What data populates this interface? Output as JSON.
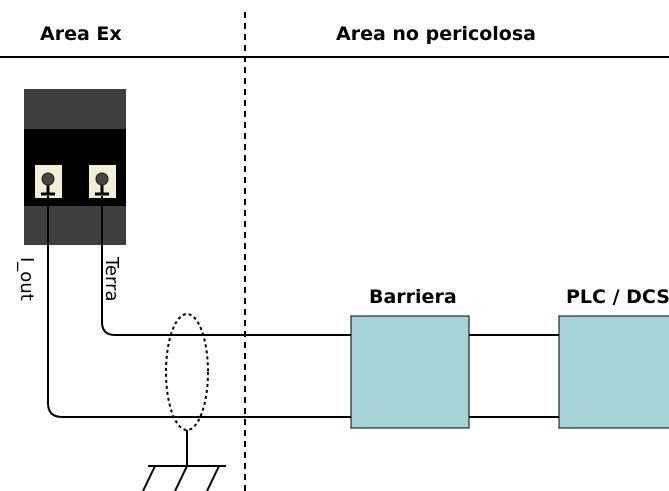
{
  "header": {
    "left_title": "Area Ex",
    "right_title": "Area no pericolosa"
  },
  "device": {
    "terminal_labels": [
      "I_out",
      "Terra"
    ]
  },
  "blocks": {
    "barrier_label": "Barriera",
    "plc_label": "PLC / DCS"
  },
  "colors": {
    "device_body": "#3f3f3f",
    "device_band": "#000000",
    "terminal": "#f4eed6",
    "block_fill": "#a6d3d8",
    "lines": "#000000"
  }
}
